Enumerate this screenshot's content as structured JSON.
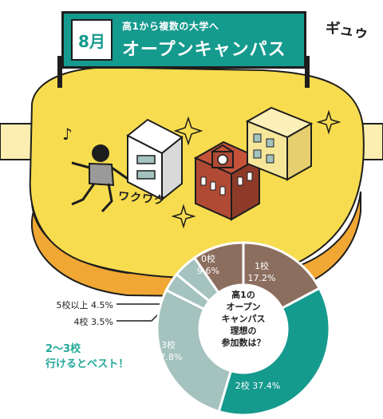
{
  "banner": {
    "month": "8月",
    "subtitle": "高1から複数の大学へ",
    "title": "オープンキャンパス"
  },
  "sfx": {
    "squeeze": "ギュゥ",
    "walking": "ワクワク",
    "note": "♪"
  },
  "colors": {
    "teal": "#159a8e",
    "brown": "#8c6e5f",
    "stone": "#a4c2be",
    "yellow": "#f7dc4f",
    "orange": "#f1a733",
    "dark": "#1d1d1d"
  },
  "chart_data": {
    "type": "pie",
    "style": "donut",
    "center_label": [
      "高1の",
      "オープン",
      "キャンパス",
      "理想の",
      "参加数は？"
    ],
    "slices": [
      {
        "category": "0校",
        "value": 9.6,
        "value_label": "9.6%"
      },
      {
        "category": "1校",
        "value": 17.2,
        "value_label": "17.2%"
      },
      {
        "category": "2校",
        "value": 37.4,
        "value_label": "37.4%"
      },
      {
        "category": "3校",
        "value": 27.8,
        "value_label": "27.8%"
      },
      {
        "category": "4校",
        "value": 3.5,
        "value_label": "3.5%"
      },
      {
        "category": "5校以上",
        "value": 4.5,
        "value_label": "4.5%"
      }
    ],
    "annotation": [
      "2～3校",
      "行けるとベスト！"
    ]
  }
}
